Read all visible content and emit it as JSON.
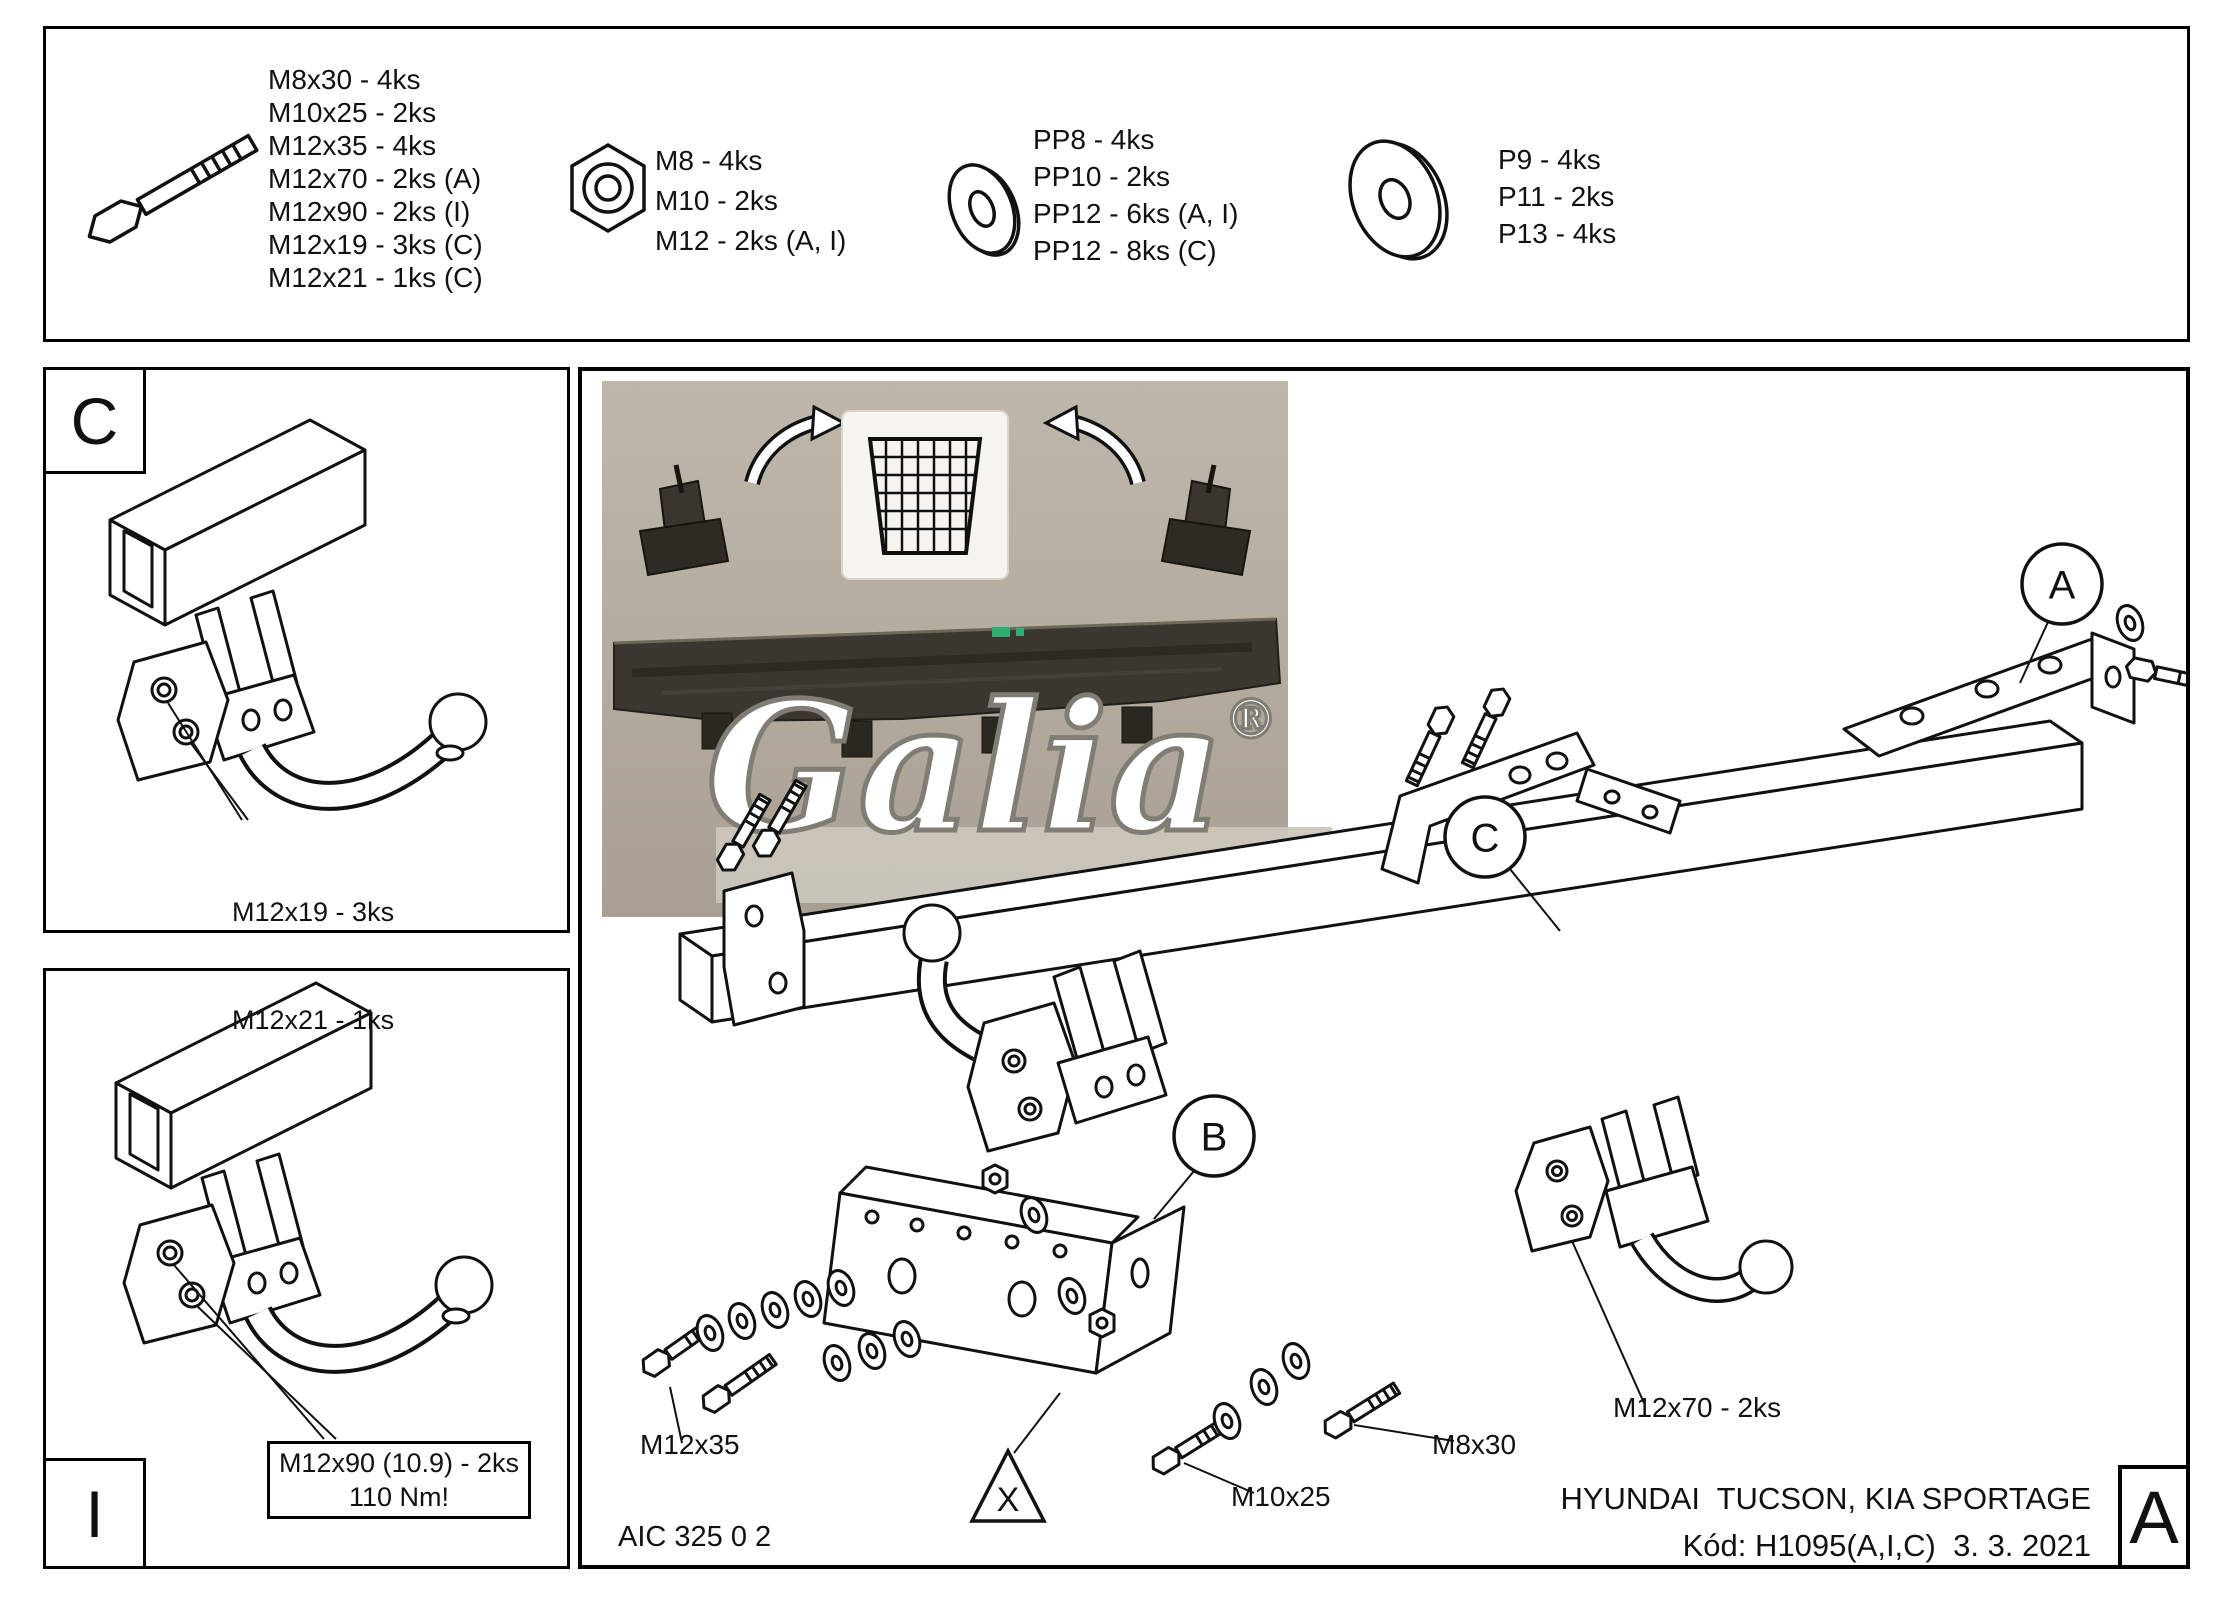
{
  "brand": {
    "name": "Galia",
    "registered": "®"
  },
  "colors": {
    "line": "#111111",
    "photo_background": "#b3ab9e",
    "beam_dark": "#3b372f",
    "green_mark": "#2fae74",
    "watermark_fill": "#ffffff",
    "watermark_outline": "#807d75",
    "watermark_band": "#ccc7bc"
  },
  "parts_list": {
    "bolts": [
      "M8x30 - 4ks",
      "M10x25 - 2ks",
      "M12x35 - 4ks",
      "M12x70 - 2ks (A)",
      "M12x90 - 2ks (I)",
      "M12x19 - 3ks (C)",
      "M12x21 - 1ks (C)"
    ],
    "nuts": [
      "M8 - 4ks",
      "M10 - 2ks",
      "M12 - 2ks (A, I)"
    ],
    "spring_washers": [
      "PP8 - 4ks",
      "PP10 - 2ks",
      "PP12 - 6ks (A, I)",
      "PP12 - 8ks (C)"
    ],
    "flat_washers": [
      "P9 - 4ks",
      "P11 - 2ks",
      "P13 - 4ks"
    ]
  },
  "detail_c": {
    "corner_label": "C",
    "notes": [
      "M12x19 - 3ks",
      "M12x21 - 1ks"
    ]
  },
  "detail_i": {
    "corner_label": "I",
    "notes": [
      "M12x90 (10.9) - 2ks",
      "110 Nm!"
    ]
  },
  "main": {
    "callouts": {
      "a": "A",
      "b": "B",
      "c": "C",
      "x": "X"
    },
    "part_labels": {
      "m12x35": "M12x35",
      "m10x25": "M10x25",
      "m8x30": "M8x30",
      "m12x70": "M12x70 - 2ks"
    },
    "doc_number": "AIC 325 0 2",
    "vehicle_title": "HYUNDAI  TUCSON, KIA SPORTAGE",
    "code_date": "Kód: H1095(A,I,C)  3. 3. 2021",
    "corner_label": "A"
  }
}
